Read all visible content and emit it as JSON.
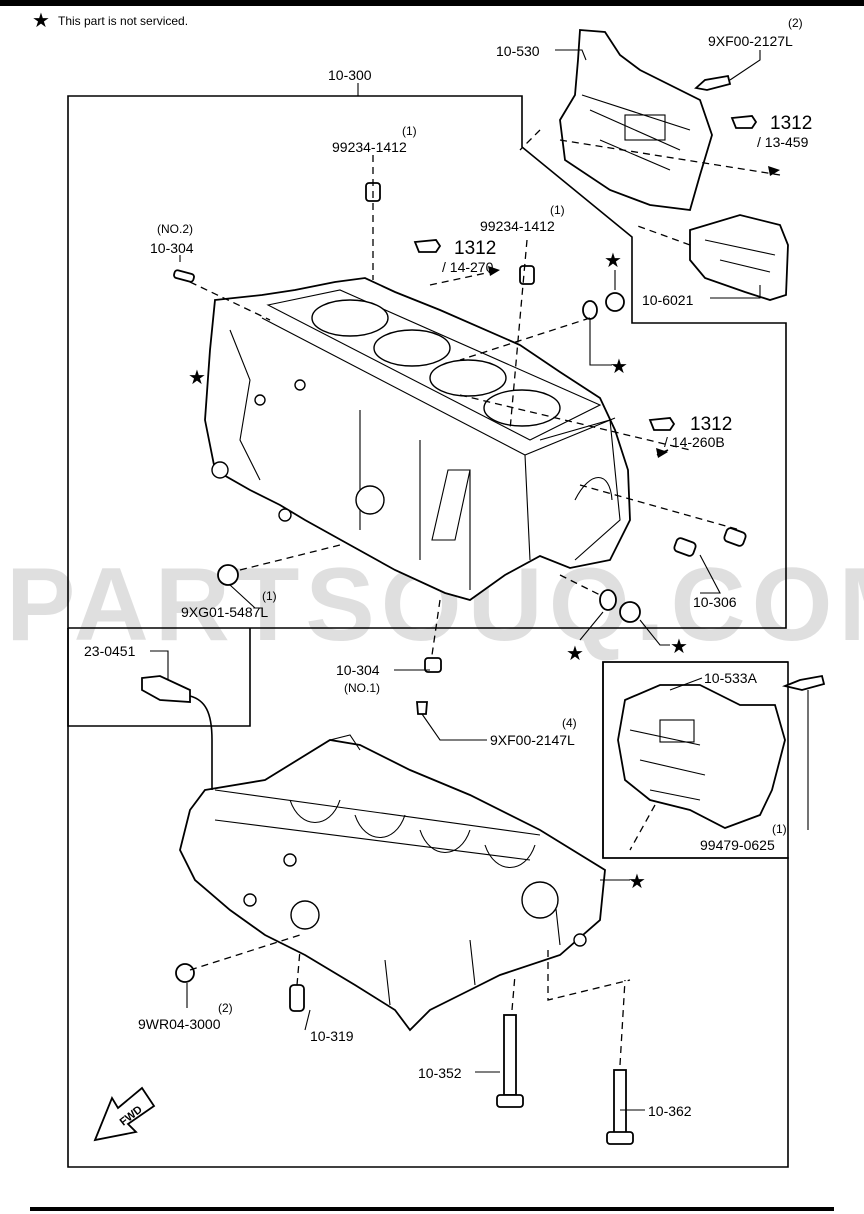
{
  "legend": {
    "star_symbol": "★",
    "note": "This part is not serviced."
  },
  "watermark": "PARTSOUQ.COM",
  "labels": {
    "p10_300": "10-300",
    "p10_530": "10-530",
    "bolt_top_qty": "(2)",
    "bolt_top": "9XF00-2127L",
    "ref_1312_a": "1312",
    "ref_13_459": "/ 13-459",
    "p99234_a_qty": "(1)",
    "p99234_a": "99234-1412",
    "p99234_b_qty": "(1)",
    "p99234_b": "99234-1412",
    "no2": "(NO.2)",
    "p10_304_a": "10-304",
    "ref_1312_b": "1312",
    "ref_14_270": "/ 14-270",
    "p10_6021": "10-6021",
    "ref_1312_c": "1312",
    "ref_14_260b": "/ 14-260B",
    "p9xg01_qty": "(1)",
    "p9xg01": "9XG01-5487L",
    "p10_306": "10-306",
    "p23_0451": "23-0451",
    "p10_304_b": "10-304",
    "no1": "(NO.1)",
    "p9xf00_2147_qty": "(4)",
    "p9xf00_2147": "9XF00-2147L",
    "p10_533a": "10-533A",
    "p99479_qty": "(1)",
    "p99479": "99479-0625",
    "p9wr04_qty": "(2)",
    "p9wr04": "9WR04-3000",
    "p10_319": "10-319",
    "p10_352": "10-352",
    "p10_362": "10-362",
    "fwd": "FWD"
  }
}
